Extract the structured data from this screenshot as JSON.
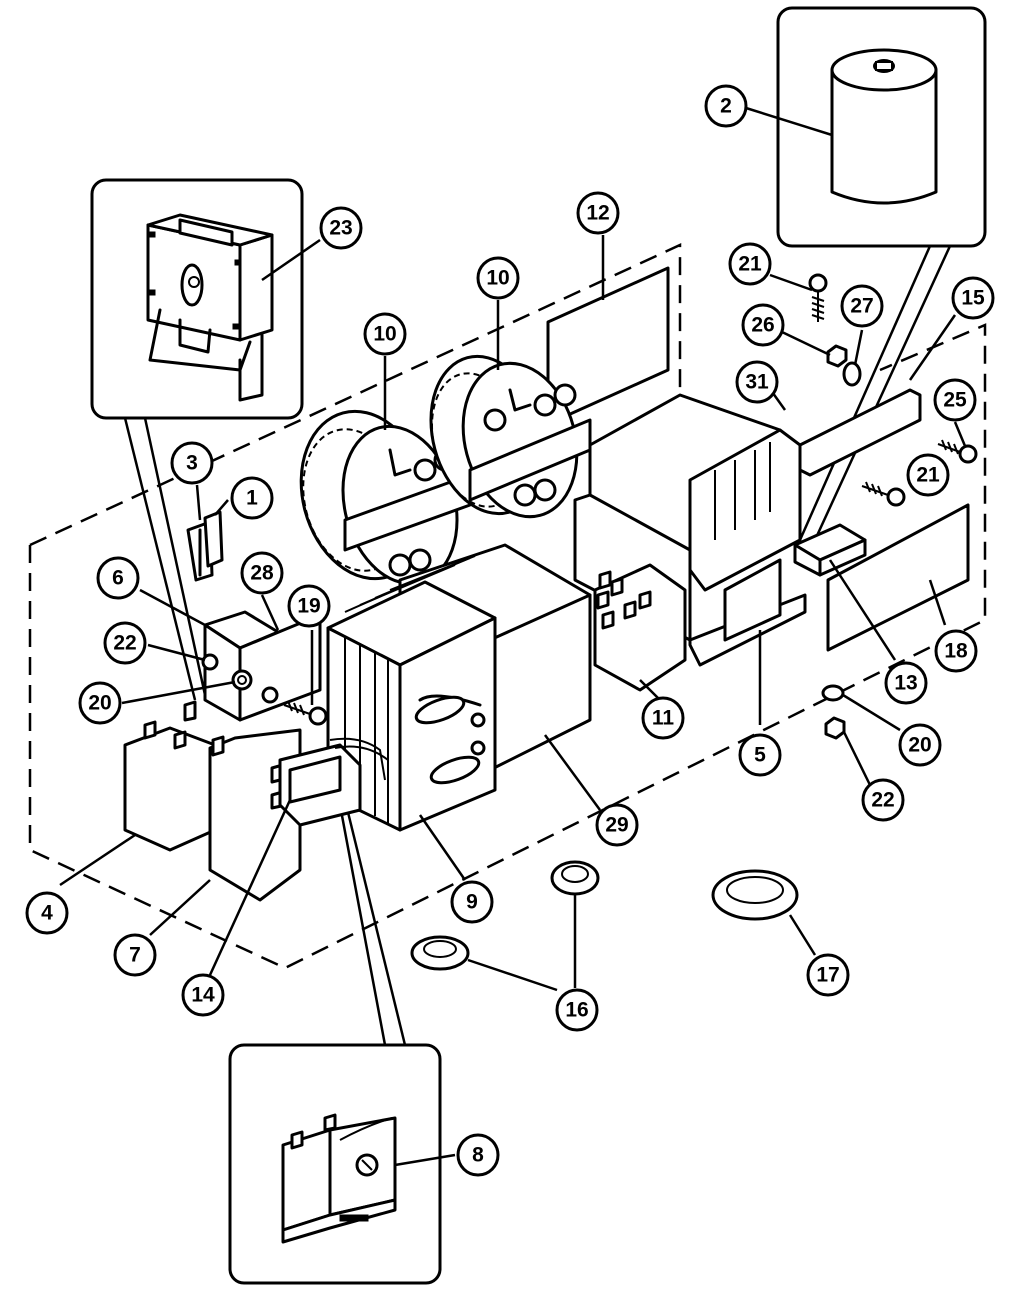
{
  "callouts": [
    {
      "id": "c2",
      "label": "2"
    },
    {
      "id": "c23",
      "label": "23"
    },
    {
      "id": "c12",
      "label": "12"
    },
    {
      "id": "c10a",
      "label": "10"
    },
    {
      "id": "c10b",
      "label": "10"
    },
    {
      "id": "c21a",
      "label": "21"
    },
    {
      "id": "c26",
      "label": "26"
    },
    {
      "id": "c27",
      "label": "27"
    },
    {
      "id": "c15",
      "label": "15"
    },
    {
      "id": "c31",
      "label": "31"
    },
    {
      "id": "c25",
      "label": "25"
    },
    {
      "id": "c21b",
      "label": "21"
    },
    {
      "id": "c3",
      "label": "3"
    },
    {
      "id": "c1",
      "label": "1"
    },
    {
      "id": "c6",
      "label": "6"
    },
    {
      "id": "c28",
      "label": "28"
    },
    {
      "id": "c19",
      "label": "19"
    },
    {
      "id": "c22a",
      "label": "22"
    },
    {
      "id": "c20a",
      "label": "20"
    },
    {
      "id": "c18",
      "label": "18"
    },
    {
      "id": "c13",
      "label": "13"
    },
    {
      "id": "c11",
      "label": "11"
    },
    {
      "id": "c5",
      "label": "5"
    },
    {
      "id": "c20b",
      "label": "20"
    },
    {
      "id": "c22b",
      "label": "22"
    },
    {
      "id": "c29",
      "label": "29"
    },
    {
      "id": "c4",
      "label": "4"
    },
    {
      "id": "c7",
      "label": "7"
    },
    {
      "id": "c14",
      "label": "14"
    },
    {
      "id": "c9",
      "label": "9"
    },
    {
      "id": "c16",
      "label": "16"
    },
    {
      "id": "c17",
      "label": "17"
    },
    {
      "id": "c8",
      "label": "8"
    }
  ]
}
